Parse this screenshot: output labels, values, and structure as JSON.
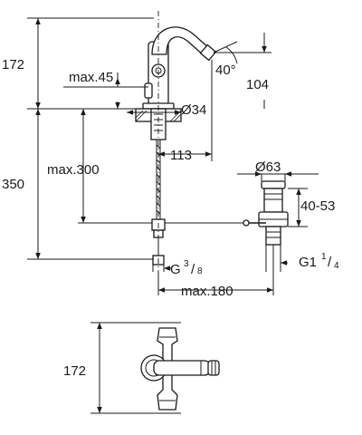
{
  "labels": {
    "height_top": "172",
    "max_45": "max.45",
    "angle": "40°",
    "reach_104": "104",
    "dia_34": "Ø34",
    "dist_113": "113",
    "max_300": "max.300",
    "height_total": "350",
    "dia_63": "Ø63",
    "range_40_53": "40-53",
    "g38_base": "G",
    "g38_num": "3",
    "g38_den": "8",
    "g114_base": "G1",
    "g114_num": "1",
    "g114_den": "4",
    "max_180": "max.180",
    "plan_172": "172"
  }
}
